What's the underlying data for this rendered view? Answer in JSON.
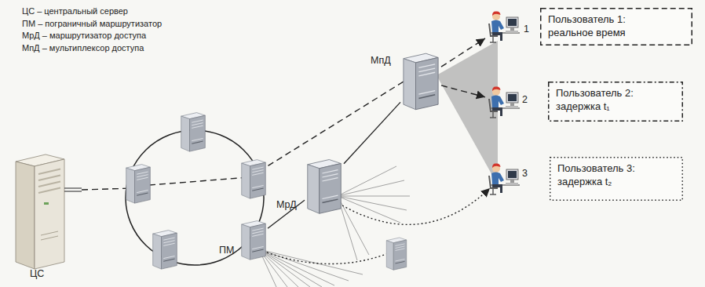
{
  "diagram": {
    "nodes": [
      {
        "text": [
          "ЦС"
        ]
      },
      {
        "text": [
          "ПМ"
        ]
      },
      {
        "text": [
          "МрД"
        ]
      },
      {
        "text": [
          "МпД"
        ]
      },
      {
        "text": [
          "1"
        ]
      },
      {
        "text": [
          "Пользователь 1: реальное время"
        ]
      },
      {
        "text": [
          "2"
        ]
      },
      {
        "text": [
          "Пользователь 2: задержка t₁"
        ]
      },
      {
        "text": [
          "3"
        ]
      },
      {
        "text": [
          "Пользователь 3: задержка t₂"
        ]
      }
    ],
    "edges": [
      {
        "from": 1,
        "to": 2,
        "arrow": "none"
      },
      {
        "from": 2,
        "to": 3,
        "arrow": "none"
      },
      {
        "from": 3,
        "to": 4,
        "arrow": "to"
      },
      {
        "from": 3,
        "to": 6,
        "arrow": "to"
      }
    ],
    "legend": [
      {
        "text": "ЦС – центральный сервер"
      },
      {
        "text": "ПМ – пограничный маршрутизатор"
      },
      {
        "text": "МрД – маршрутизатор доступа"
      },
      {
        "text": "МпД – мультиплексор доступа"
      }
    ]
  }
}
